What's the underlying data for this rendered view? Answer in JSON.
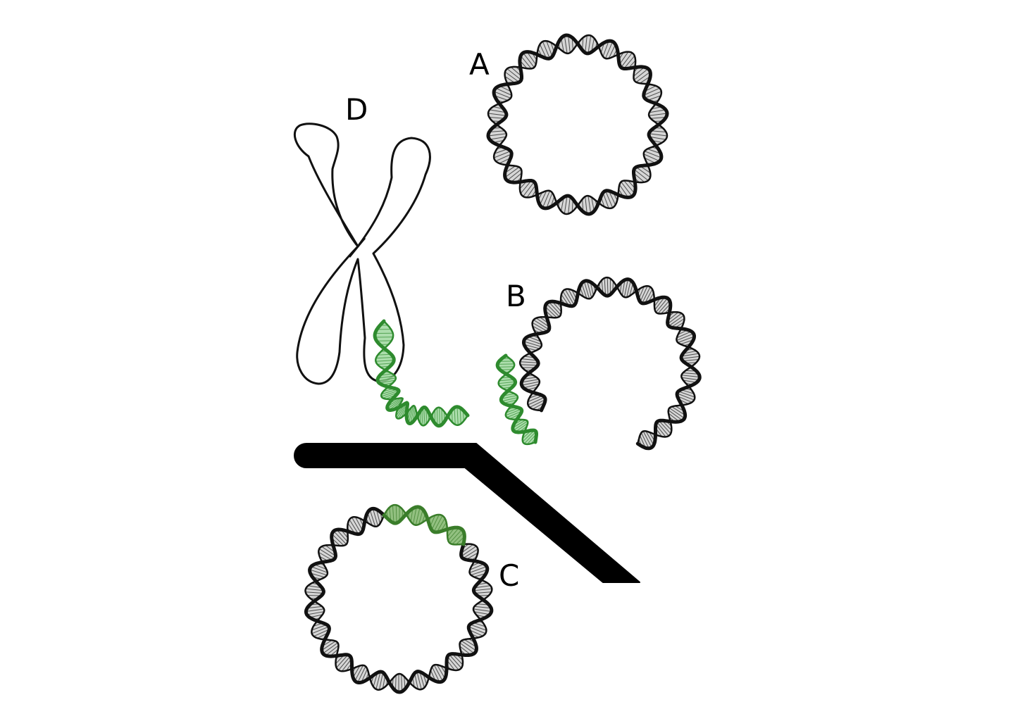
{
  "labels": {
    "a": "A",
    "b": "B",
    "c": "C",
    "d": "D"
  },
  "colors": {
    "background": "#ffffff",
    "dna_host": "#111111",
    "dna_fill": "#cfcfcf",
    "dna_foreign": "#2e8b2e",
    "dna_foreign_fill": "#9fd89f",
    "dna_inserted": "#3a7d2a",
    "dna_inserted_fill": "#7fb56a",
    "chromosome_outline": "#111111",
    "arrow": "#000000"
  },
  "components": {
    "a": "circular-dna-plasmid",
    "b": "cut-open-plasmid",
    "c": "recombinant-plasmid-with-green-insert",
    "d": "chromosome-with-green-gene-segment"
  }
}
